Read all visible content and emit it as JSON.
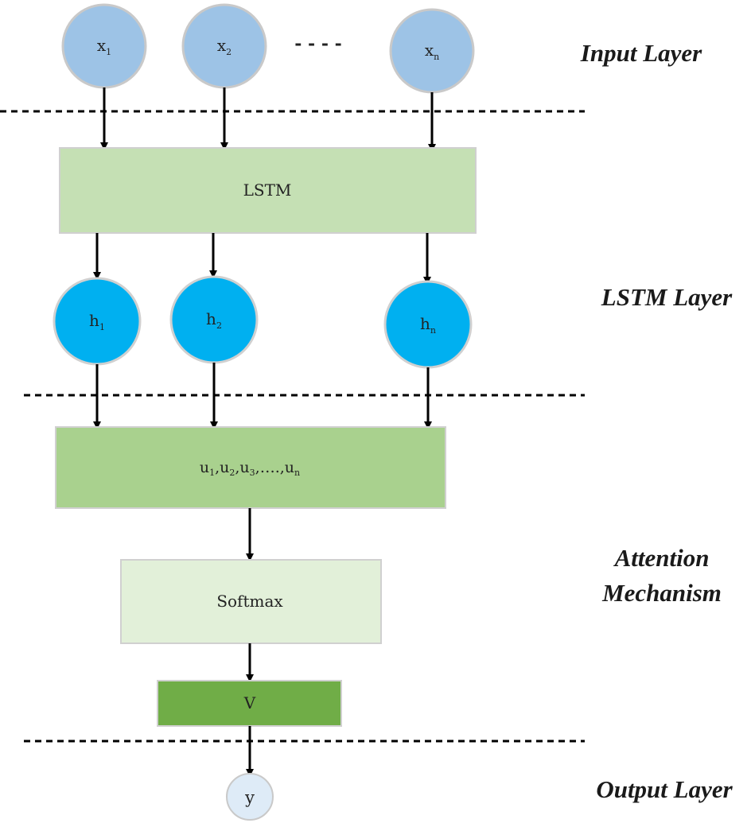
{
  "layers": {
    "input": "Input Layer",
    "lstm": "LSTM Layer",
    "attention_line1": "Attention",
    "attention_line2": "Mechanism",
    "output": "Output Layer"
  },
  "inputs": {
    "x1": {
      "base": "x",
      "sub": "1"
    },
    "x2": {
      "base": "x",
      "sub": "2"
    },
    "xn": {
      "base": "x",
      "sub": "n"
    },
    "ellipsis": "- - - -"
  },
  "hidden": {
    "h1": {
      "base": "h",
      "sub": "1"
    },
    "h2": {
      "base": "h",
      "sub": "2"
    },
    "hn": {
      "base": "h",
      "sub": "n"
    }
  },
  "boxes": {
    "lstm": "LSTM",
    "u": {
      "u1": "u",
      "s1": "1",
      "u2": ",u",
      "s2": "2",
      "u3": ",u",
      "s3": "3",
      "dots": ",….,u",
      "sn": "n"
    },
    "softmax": "Softmax",
    "v": "V"
  },
  "output": {
    "label": "y"
  },
  "colors": {
    "input_node": "#9dc3e6",
    "hidden_node": "#00b0f0",
    "lstm_box": "#c5e0b4",
    "u_box": "#a9d18e",
    "softmax_box": "#e2f0d9",
    "v_box": "#70ad47",
    "output_node": "#deebf7"
  }
}
